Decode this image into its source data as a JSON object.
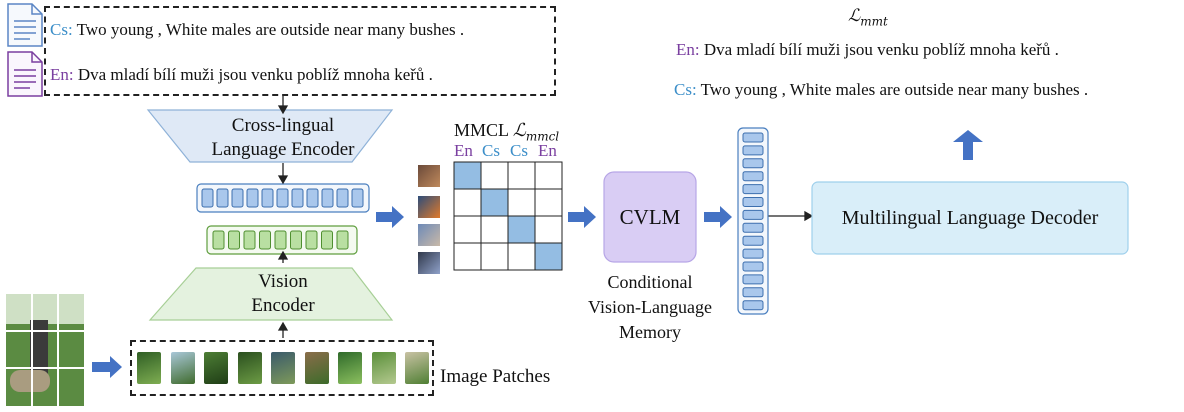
{
  "captions": {
    "cs_tag": "Cs:",
    "cs_text": " Two young , White males are outside near many bushes .",
    "en_tag": "En:",
    "en_text": " Dva mladí bílí muži jsou venku poblíž mnoha keřů ."
  },
  "encoder": {
    "language_line1": "Cross-lingual",
    "language_line2": "Language Encoder",
    "vision_line1": "Vision",
    "vision_line2": "Encoder"
  },
  "mmcl": {
    "label": "MMCL ",
    "loss_symbol": "ℒ",
    "loss_sub": "mmcl",
    "header": [
      "En",
      "Cs",
      "Cs",
      "En"
    ]
  },
  "cvlm": {
    "box_label": "CVLM",
    "caption_line1": "Conditional",
    "caption_line2": "Vision-Language",
    "caption_line3": "Memory"
  },
  "decoder": {
    "label": "Multilingual Language Decoder"
  },
  "output": {
    "loss_symbol": "ℒ",
    "loss_sub": "mmt",
    "en_tag": "En:",
    "en_text": " Dva mladí bílí muži jsou venku poblíž mnoha keřů .",
    "cs_tag": "Cs:",
    "cs_text": " Two young , White males are outside near many bushes ."
  },
  "patches": {
    "label": "Image Patches"
  },
  "colors": {
    "blue_arrow": "#4472c4",
    "cs_text": "#3d8fc9",
    "en_text": "#7a3fa0",
    "language_encoder_fill": "#dfe9f6",
    "vision_encoder_fill": "#e4f2df",
    "token_blue": "#a9c7ec",
    "token_green": "#b9dfa2",
    "matrix_diag": "#94bde3",
    "cvlm_fill": "#d9cdf4",
    "decoder_fill": "#d9eef9"
  }
}
